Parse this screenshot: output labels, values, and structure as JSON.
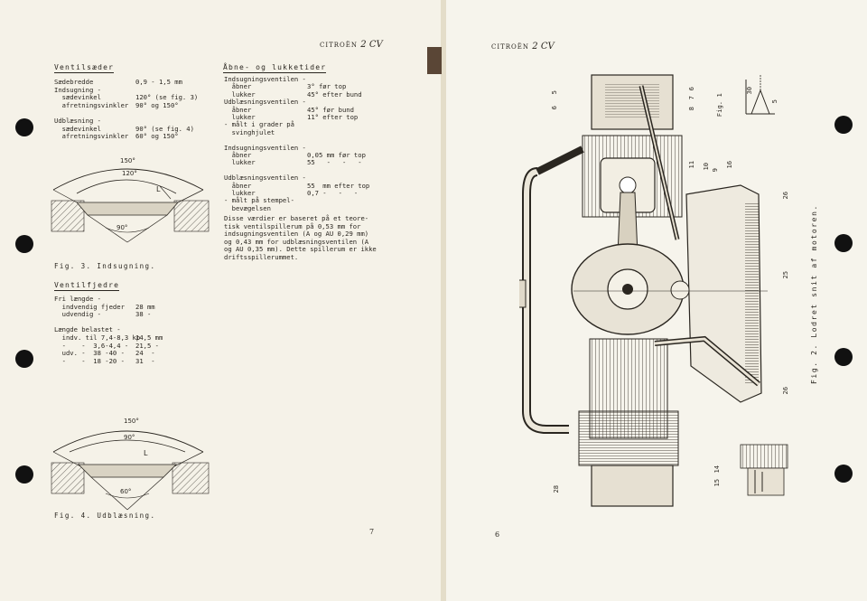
{
  "left_page": {
    "header": {
      "brand": "CITROËN",
      "model": "2 CV"
    },
    "valve_seats": {
      "title": "Ventilsæder",
      "rows": [
        [
          "Sædebredde",
          "0,9 - 1,5 mm"
        ],
        [
          "Indsugning -",
          ""
        ],
        [
          "  sædevinkel",
          "120° (se fig. 3)"
        ],
        [
          "  afretningsvinkler",
          "90° og 150°"
        ],
        [
          "",
          ""
        ],
        [
          "Udblæsning -",
          ""
        ],
        [
          "  sædevinkel",
          "90° (se fig. 4)"
        ],
        [
          "  afretningsvinkler",
          "60° og 150°"
        ]
      ]
    },
    "fig3": {
      "caption": "Fig. 3. Indsugning.",
      "angle_outer": "150°",
      "angle_mid": "120°",
      "angle_inner": "90°",
      "width_label": "L"
    },
    "valve_springs": {
      "title": "Ventilfjedre",
      "rows": [
        [
          "Fri længde -",
          ""
        ],
        [
          "  indvendig fjeder",
          "28 mm"
        ],
        [
          "  udvendig -",
          "38 -"
        ],
        [
          "",
          ""
        ],
        [
          "Længde belastet -",
          ""
        ],
        [
          "  indv. til 7,4-8,3 kp",
          "14,5 mm"
        ],
        [
          "  -    -  3,6-4,4 -",
          "21,5 -"
        ],
        [
          "  udv. -  38 -40 -",
          "24  -"
        ],
        [
          "  -    -  18 -20 -",
          "31  -"
        ]
      ]
    },
    "fig4": {
      "caption": "Fig. 4. Udblæsning.",
      "angle_outer": "150°",
      "angle_mid": "90°",
      "angle_inner": "60°",
      "width_label": "L"
    },
    "timing": {
      "title": "Åbne- og lukketider",
      "rows": [
        [
          "Indsugningsventilen -",
          ""
        ],
        [
          "  åbner",
          "3° før top"
        ],
        [
          "  lukker",
          "45° efter bund"
        ],
        [
          "Udblæsningsventilen -",
          ""
        ],
        [
          "  åbner",
          "45° før bund"
        ],
        [
          "  lukker",
          "11° efter top"
        ],
        [
          "- målt i grader på",
          ""
        ],
        [
          "  svinghjulet",
          ""
        ],
        [
          "",
          ""
        ],
        [
          "Indsugningsventilen -",
          ""
        ],
        [
          "  åbner",
          "0,05 mm før top"
        ],
        [
          "  lukker",
          "55   -   -   -"
        ],
        [
          "",
          ""
        ],
        [
          "Udblæsningsventilen -",
          ""
        ],
        [
          "  åbner",
          "55  mm efter top"
        ],
        [
          "  lukker",
          "0,7 -   -   -"
        ],
        [
          "- målt på stempel-",
          ""
        ],
        [
          "  bevægelsen",
          ""
        ]
      ],
      "note_lines": [
        "Disse værdier er baseret på et teore-",
        "tisk ventilspillerum på 0,53 mm for",
        "indsugningsventilen (A og AU 0,29 mm)",
        "og 0,43 mm for udblæsningsventilen (A",
        "og AU 0,35 mm). Dette spillerum er ikke",
        "driftsspillerummet."
      ]
    },
    "page_number": "7"
  },
  "right_page": {
    "header": {
      "brand": "CITROËN",
      "model": "2 CV"
    },
    "callouts_left": [
      "5",
      "6",
      "28"
    ],
    "callouts_top": [
      "6",
      "7",
      "8",
      "30",
      "5"
    ],
    "callouts_diag": [
      "11",
      "10",
      "9",
      "16"
    ],
    "callouts_right": [
      "26",
      "25",
      "26"
    ],
    "callouts_bottom": [
      "14",
      "15"
    ],
    "fig1_label": "Fig. 1",
    "caption": "Fig. 2. Lodret snit af motoren.",
    "page_number": "6"
  },
  "colors": {
    "paper_left": "#f5f2e8",
    "paper_right": "#f6f4ec",
    "ink": "#2a2620",
    "binding_hole": "#111111"
  }
}
